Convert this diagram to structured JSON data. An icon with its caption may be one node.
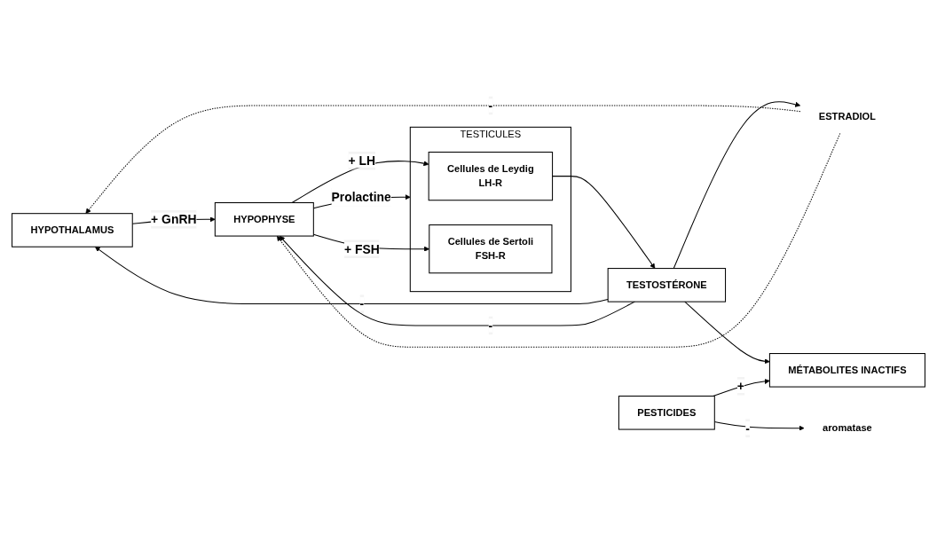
{
  "diagram": {
    "nodes": [
      {
        "text": [
          "HYPOTHALAMUS"
        ]
      },
      {
        "text": [
          "ESTRADIOL"
        ]
      },
      {
        "text": [
          "aromatase"
        ]
      },
      {
        "text": [
          "TESTOSTÉRONE"
        ]
      },
      {
        "text": [
          "HYPOPHYSE"
        ]
      },
      {
        "text": [
          "TESTICULES"
        ]
      },
      {
        "text": [
          "Cellules de Leydig",
          "LH-R"
        ],
        "in": 5
      },
      {
        "text": [
          "Cellules de Sertoli",
          "FSH-R"
        ],
        "in": 5
      },
      {
        "text": [
          "MÉTABOLITES INACTIFS"
        ]
      },
      {
        "text": [
          "PESTICIDES"
        ]
      }
    ],
    "edges": [
      {
        "from": 1,
        "to": 0,
        "arrow": "to",
        "label": "-",
        "style": "dashed"
      },
      {
        "from": 1,
        "to": 4,
        "arrow": "to",
        "style": "dashed"
      },
      {
        "from": 3,
        "to": 0,
        "arrow": "to",
        "label": "-"
      },
      {
        "from": 3,
        "to": 4,
        "arrow": "to",
        "label": "-"
      },
      {
        "from": 3,
        "to": 1,
        "arrow": "to"
      },
      {
        "from": 3,
        "to": 8,
        "arrow": "to"
      },
      {
        "from": 0,
        "to": 4,
        "arrow": "to",
        "label": "+ GnRH"
      },
      {
        "from": 4,
        "to": 5,
        "arrow": "to",
        "label": "Prolactine"
      },
      {
        "from": 4,
        "to": 6,
        "arrow": "to",
        "label": "+ LH"
      },
      {
        "from": 4,
        "to": 7,
        "arrow": "to",
        "label": "+ FSH"
      },
      {
        "from": 6,
        "to": 3,
        "arrow": "to"
      },
      {
        "from": 9,
        "to": 2,
        "arrow": "to",
        "label": "-"
      },
      {
        "from": 9,
        "to": 8,
        "arrow": "to",
        "label": "+"
      }
    ]
  }
}
